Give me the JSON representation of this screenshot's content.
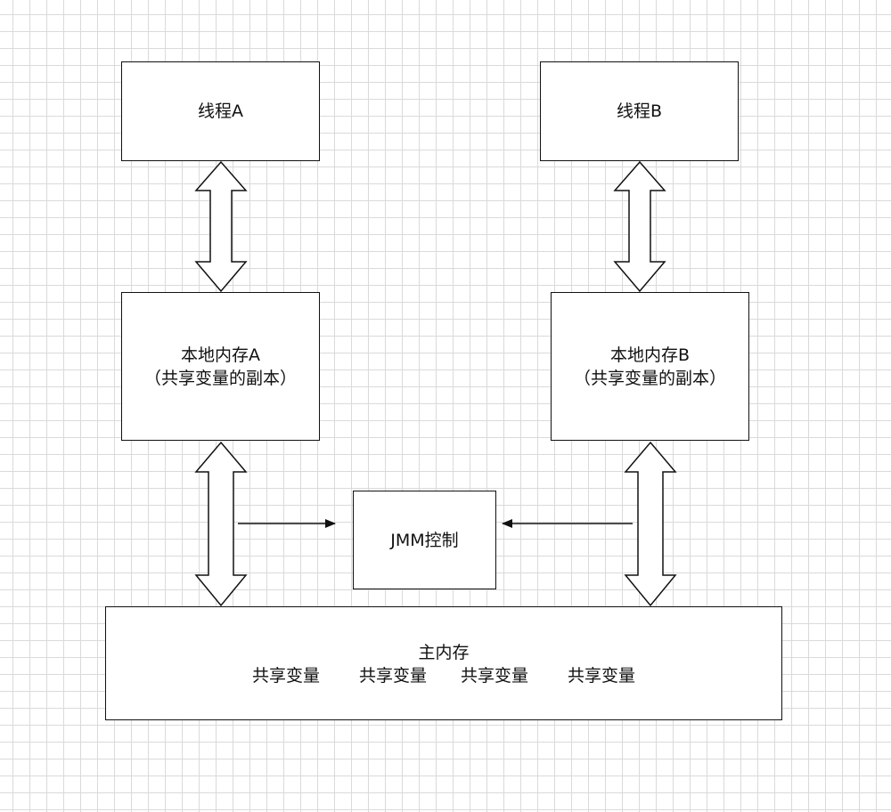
{
  "nodes": {
    "thread_a": "线程A",
    "thread_b": "线程B",
    "local_a": {
      "line1": "本地内存A",
      "line2": "（共享变量的副本）"
    },
    "local_b": {
      "line1": "本地内存B",
      "line2": "（共享变量的副本）"
    },
    "jmm": "JMM控制",
    "main": {
      "title": "主内存",
      "vars": [
        "共享变量",
        "共享变量",
        "共享变量",
        "共享变量"
      ]
    }
  },
  "edges": [
    {
      "from": "thread_a",
      "to": "local_a",
      "type": "double-arrow"
    },
    {
      "from": "thread_b",
      "to": "local_b",
      "type": "double-arrow"
    },
    {
      "from": "local_a",
      "to": "main",
      "type": "double-arrow"
    },
    {
      "from": "local_b",
      "to": "main",
      "type": "double-arrow"
    },
    {
      "from": "local_a",
      "to": "jmm",
      "type": "arrow"
    },
    {
      "from": "local_b",
      "to": "jmm",
      "type": "arrow"
    }
  ],
  "colors": {
    "stroke": "#111111",
    "grid": "#dadada",
    "background": "#ffffff"
  }
}
